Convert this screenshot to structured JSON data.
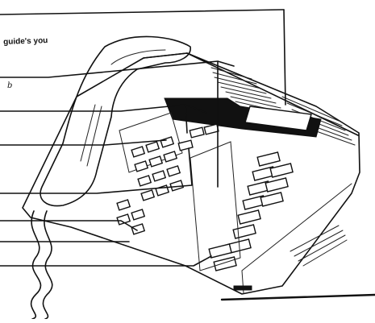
{
  "caption": {
    "text": "guide's you"
  },
  "mark": {
    "text": "b"
  },
  "callouts": [
    {
      "id": "callout-1"
    },
    {
      "id": "callout-2"
    },
    {
      "id": "callout-3"
    },
    {
      "id": "callout-4"
    },
    {
      "id": "callout-5"
    },
    {
      "id": "callout-6"
    },
    {
      "id": "callout-7"
    }
  ]
}
